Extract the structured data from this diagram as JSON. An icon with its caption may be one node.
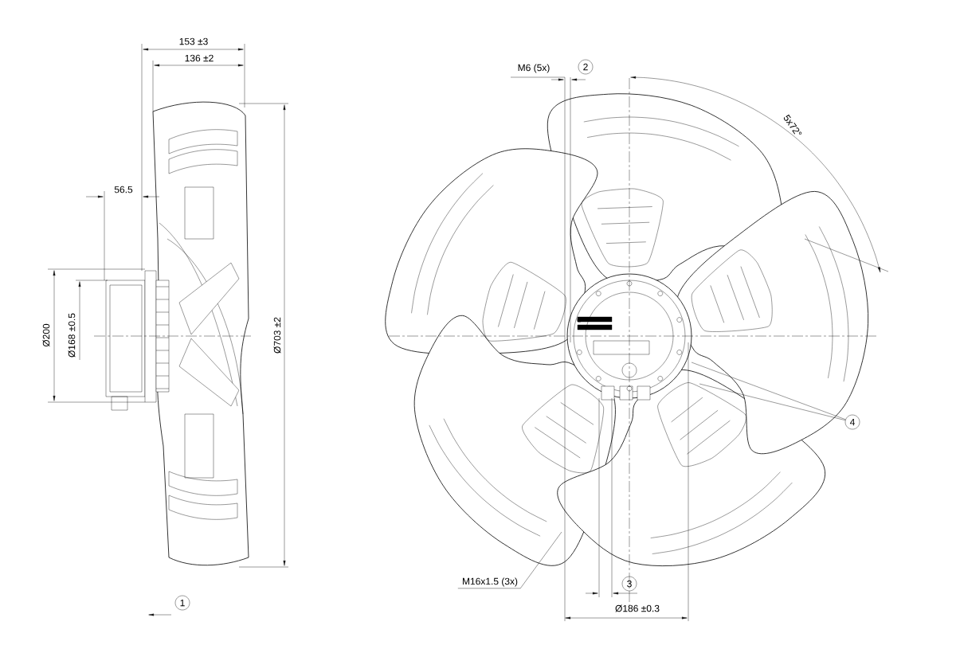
{
  "diagram": {
    "nodes": [
      {
        "text": [
          "2"
        ]
      },
      {
        "text": [
          "4"
        ]
      },
      {
        "text": [
          "1"
        ]
      },
      {
        "text": [
          "M16x1.5 (3x)"
        ]
      },
      {
        "text": [
          "3"
        ]
      }
    ],
    "edges": [
      {
        "from": 1,
        "to": null,
        "arrow": "none"
      },
      {
        "from": 1,
        "to": null,
        "arrow": "none"
      },
      {
        "from": 3,
        "to": null,
        "arrow": "none"
      }
    ],
    "labels": [
      "153 ±3",
      "136 ±2",
      "56.5",
      "Ø200",
      "Ø168 ±0.5",
      "Ø703 ±2",
      "M6 (5x)",
      "5x72°",
      "Ø186 ±0.3"
    ]
  }
}
